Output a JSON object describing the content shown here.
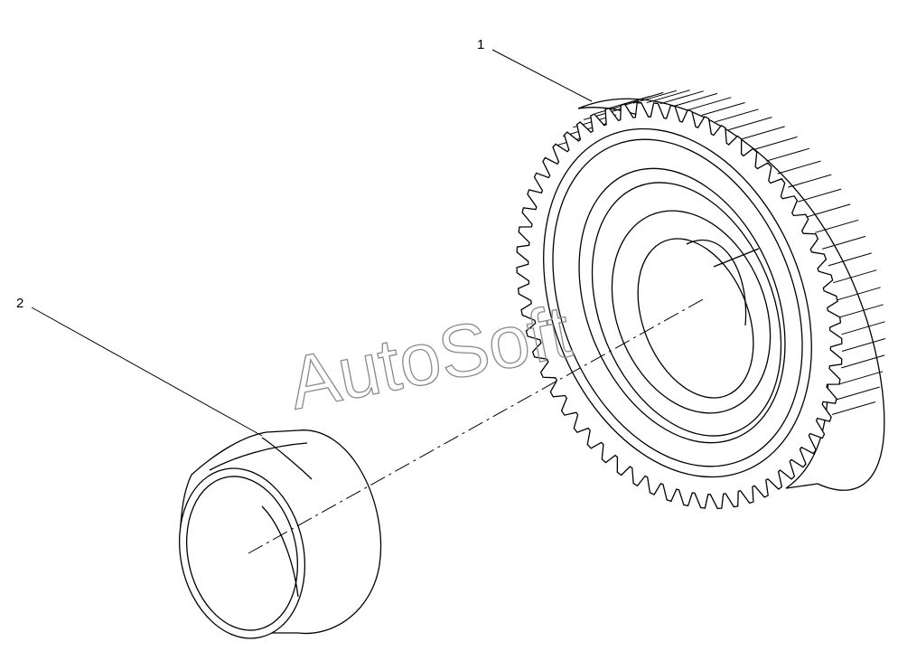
{
  "callouts": [
    {
      "id": "1",
      "label": "1"
    },
    {
      "id": "2",
      "label": "2"
    }
  ],
  "watermark": {
    "text": "AutoSoft",
    "color": "#8a8a8a"
  },
  "colors": {
    "line": "#000000",
    "background": "#ffffff"
  }
}
